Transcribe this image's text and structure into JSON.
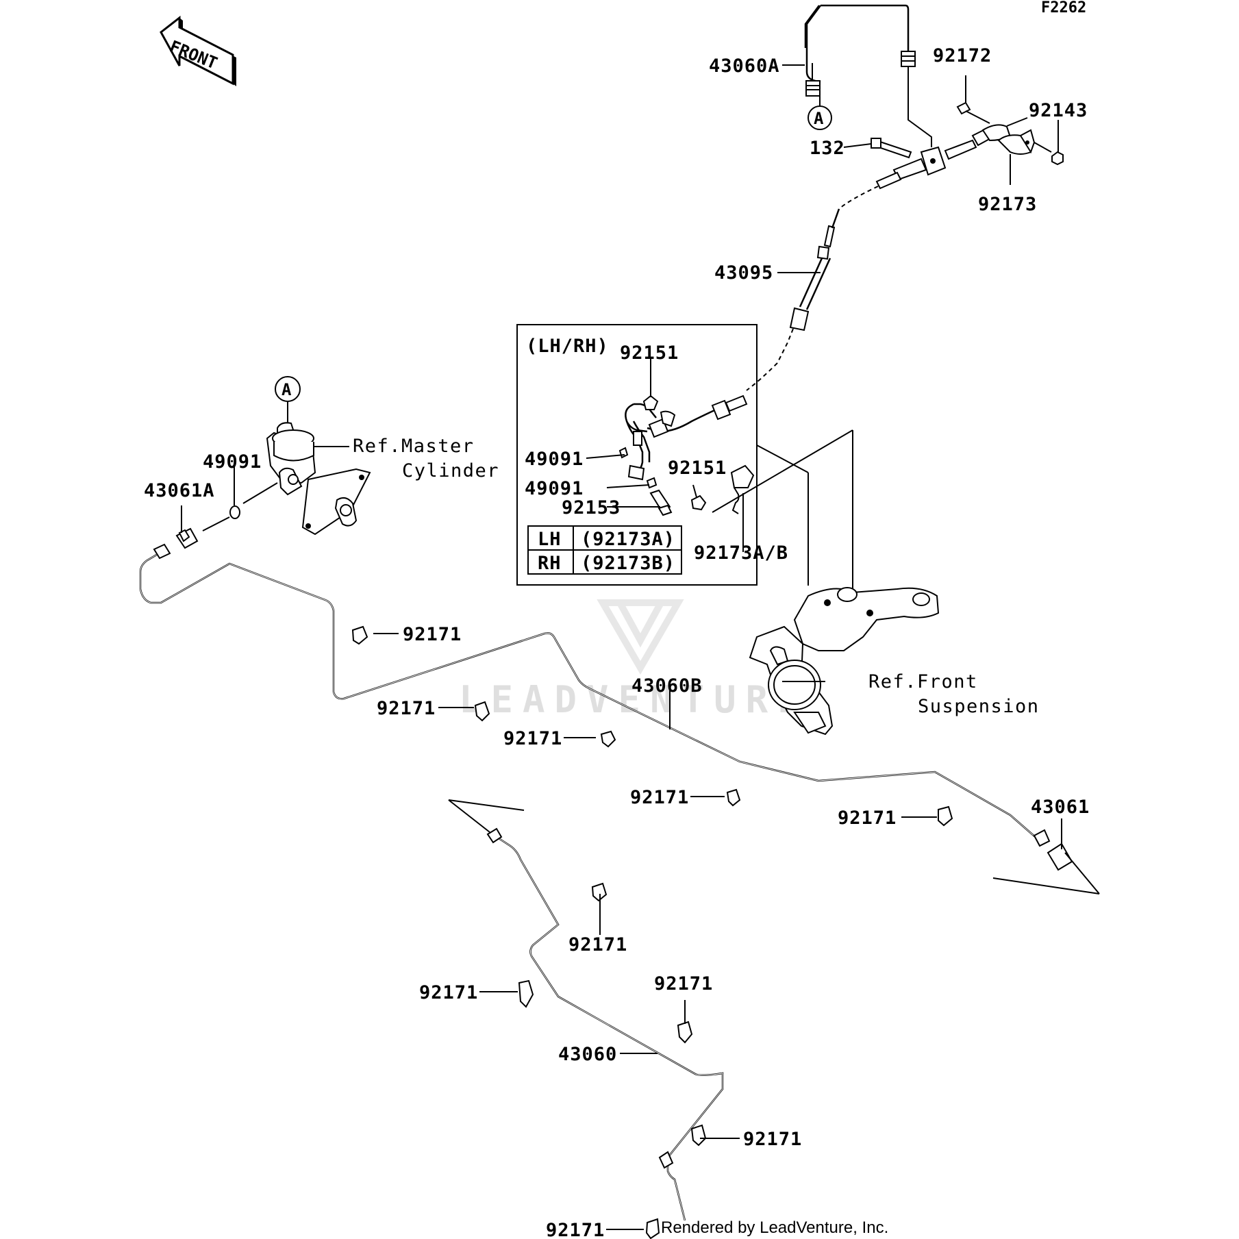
{
  "diagram_code": "F2262",
  "front_label": "FRONT",
  "labels": {
    "p43060A": "43060A",
    "p92172": "92172",
    "p92143": "92143",
    "p132": "132",
    "p92173": "92173",
    "p43095": "43095",
    "lhrh": "(LH/RH)",
    "p92151_top": "92151",
    "p49091_box1": "49091",
    "p92151_box": "92151",
    "p49091_box2": "49091",
    "p92153": "92153",
    "p92173AB": "92173A/B",
    "p49091": "49091",
    "p43061A": "43061A",
    "p92171_1": "92171",
    "p43060B": "43060B",
    "p92171_2": "92171",
    "p92171_3": "92171",
    "p92171_4": "92171",
    "p92171_5": "92171",
    "p43061": "43061",
    "p92171_6": "92171",
    "p92171_7": "92171",
    "p92171_8": "92171",
    "p43060": "43060",
    "p92171_9": "92171",
    "p92171_10": "92171"
  },
  "callout_A": "A",
  "references": {
    "master_1": "Ref.Master",
    "master_2": "Cylinder",
    "front_susp_1": "Ref.Front",
    "front_susp_2": "Suspension"
  },
  "table": {
    "rows": [
      {
        "side": "LH",
        "part": "(92173A)"
      },
      {
        "side": "RH",
        "part": "(92173B)"
      }
    ]
  },
  "watermark": "LEADVENTURE",
  "credit": "Rendered by LeadVenture, Inc."
}
